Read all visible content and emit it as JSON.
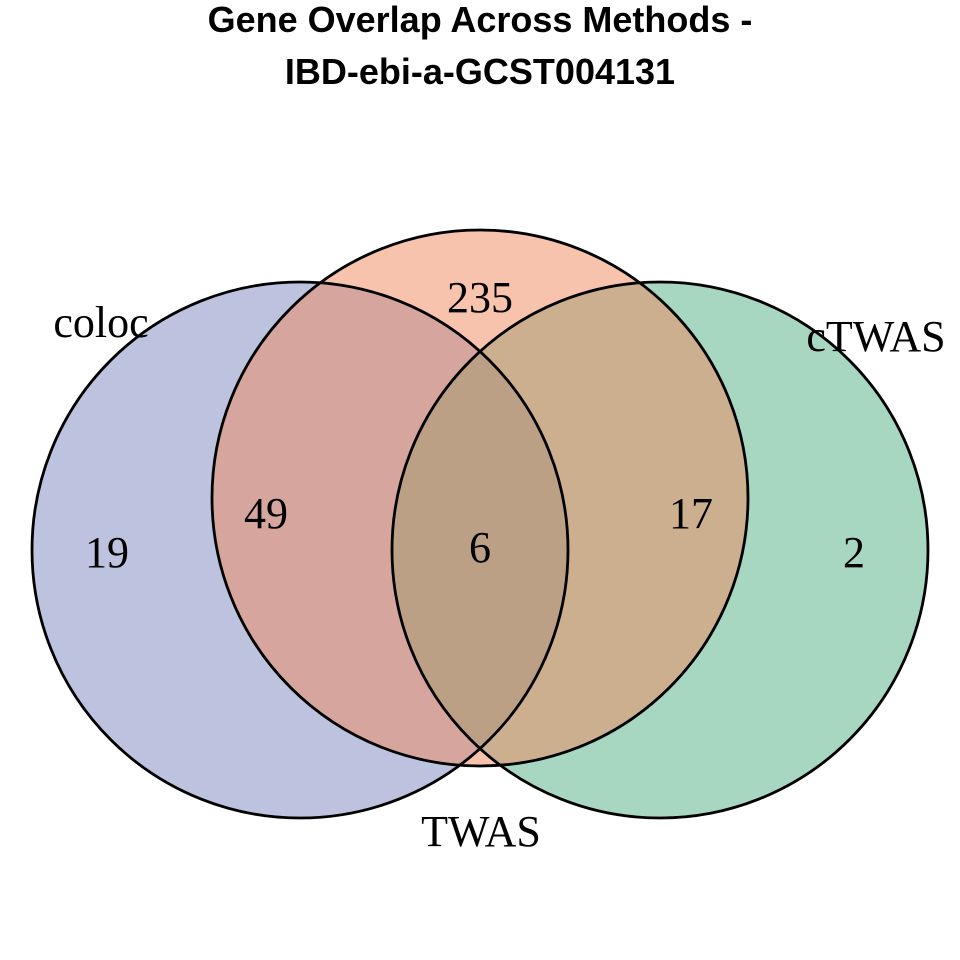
{
  "title": {
    "line1": "Gene Overlap Across Methods -",
    "line2": "IBD-ebi-a-GCST004131"
  },
  "venn": {
    "sets": [
      {
        "name": "coloc",
        "color": "#7b88c0"
      },
      {
        "name": "TWAS",
        "color": "#f0885c"
      },
      {
        "name": "cTWAS",
        "color": "#4fae84"
      }
    ],
    "counts": {
      "coloc_only": "19",
      "twas_only": "235",
      "ctwas_only": "2",
      "coloc_twas": "49",
      "twas_ctwas": "17",
      "all_three": "6"
    }
  },
  "chart_data": {
    "type": "venn",
    "title": "Gene Overlap Across Methods - IBD-ebi-a-GCST004131",
    "sets": [
      "coloc",
      "TWAS",
      "cTWAS"
    ],
    "regions": [
      {
        "sets": [
          "coloc"
        ],
        "value": 19
      },
      {
        "sets": [
          "TWAS"
        ],
        "value": 235
      },
      {
        "sets": [
          "cTWAS"
        ],
        "value": 2
      },
      {
        "sets": [
          "coloc",
          "TWAS"
        ],
        "value": 49
      },
      {
        "sets": [
          "TWAS",
          "cTWAS"
        ],
        "value": 17
      },
      {
        "sets": [
          "coloc",
          "TWAS",
          "cTWAS"
        ],
        "value": 6
      }
    ],
    "colors": {
      "coloc": "#7b88c0",
      "TWAS": "#f0885c",
      "cTWAS": "#4fae84"
    },
    "legend_position": "none",
    "grid": false
  }
}
